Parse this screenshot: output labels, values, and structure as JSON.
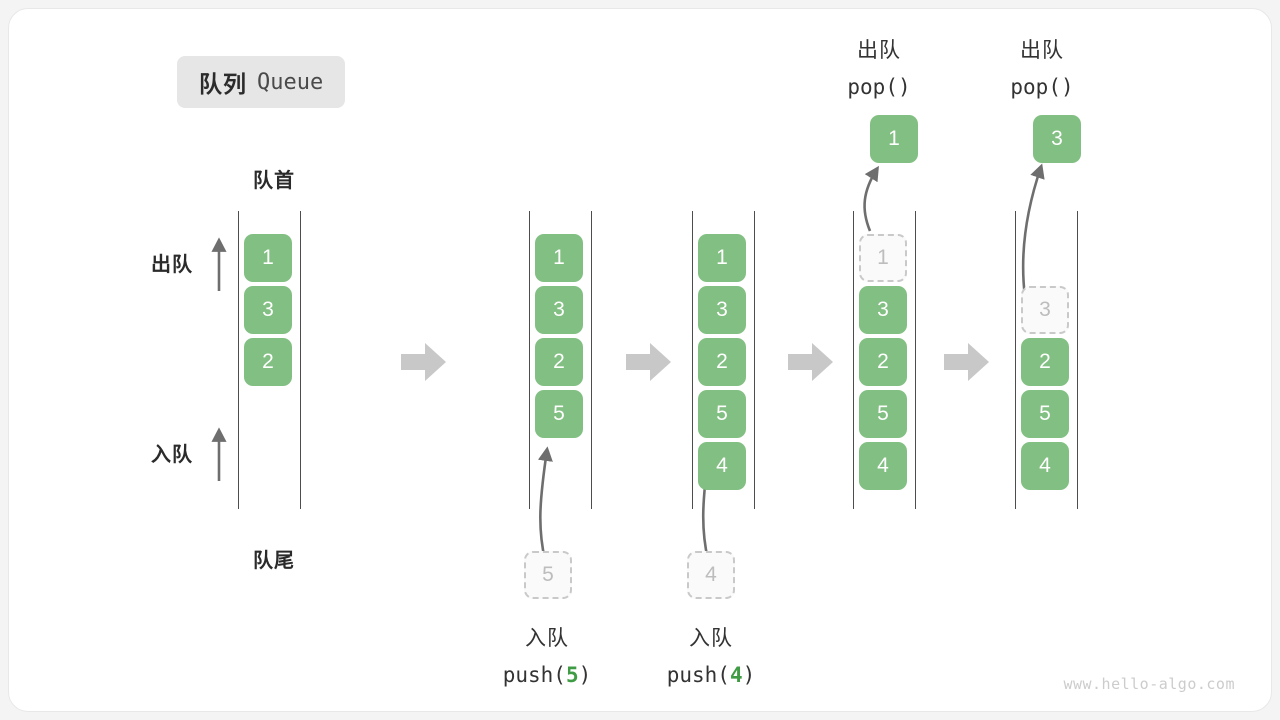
{
  "title": {
    "cn": "队列",
    "en": "Queue"
  },
  "labels": {
    "front": "队首",
    "rear": "队尾",
    "dequeue": "出队",
    "enqueue": "入队"
  },
  "watermark": "www.hello-algo.com",
  "colors": {
    "element": "#82bf82",
    "element_text": "#ffffff",
    "ghost_border": "#c9c9c9",
    "ghost_text": "#bdbdbd",
    "rail": "#4d4d4d",
    "arrow": "#6e6e6e",
    "step_arrow": "#c8c8c8",
    "badge_bg": "#e6e6e6",
    "code_accent": "#3f9c45",
    "card_bg": "#ffffff",
    "page_bg": "#f4f4f4"
  },
  "operations": {
    "push5": {
      "cn": "入队",
      "code_prefix": "push(",
      "code_num": "5",
      "code_suffix": ")"
    },
    "push4": {
      "cn": "入队",
      "code_prefix": "push(",
      "code_num": "4",
      "code_suffix": ")"
    },
    "pop1": {
      "cn": "出队",
      "code": "pop()"
    },
    "pop2": {
      "cn": "出队",
      "code": "pop()"
    }
  },
  "states": [
    {
      "name": "initial",
      "items": [
        "1",
        "3",
        "2"
      ]
    },
    {
      "name": "after-push-5",
      "items": [
        "1",
        "3",
        "2",
        "5"
      ]
    },
    {
      "name": "after-push-4",
      "items": [
        "1",
        "3",
        "2",
        "5",
        "4"
      ]
    },
    {
      "name": "after-pop-1",
      "items": [
        "1",
        "3",
        "2",
        "5",
        "4"
      ],
      "ghost_index": 0
    },
    {
      "name": "after-pop-3",
      "items": [
        "",
        "3",
        "2",
        "5",
        "4"
      ],
      "ghost_index": 1
    }
  ],
  "ghost_inputs": {
    "push5": "5",
    "push4": "4"
  },
  "popped": {
    "pop1": "1",
    "pop2": "3"
  }
}
